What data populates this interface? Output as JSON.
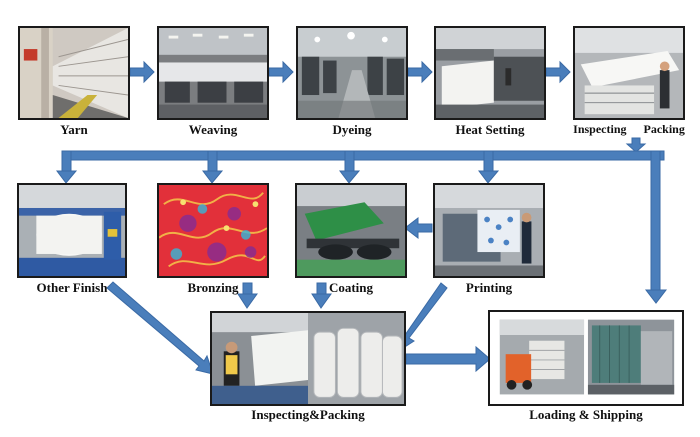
{
  "steps": {
    "yarn": "Yarn",
    "weaving": "Weaving",
    "dyeing": "Dyeing",
    "heat_setting": "Heat Setting",
    "inspecting_packing_1": "Inspecting  Packing",
    "other_finish": "Other Finish",
    "bronzing": "Bronzing",
    "coating": "Coating",
    "printing": "Printing",
    "inspecting_packing_2": "Inspecting&Packing",
    "loading_shipping": "Loading & Shipping"
  },
  "colors": {
    "arrow": "#4a7ebb",
    "arrow_stroke": "#3a6aa5",
    "frame": "#1a1a1a",
    "bronzing_fabric": "#e2303a",
    "container": "#4e7d7a"
  },
  "icons": {
    "flow_arrow": "right-arrow-icon",
    "branch_arrow": "down-arrow-icon"
  }
}
